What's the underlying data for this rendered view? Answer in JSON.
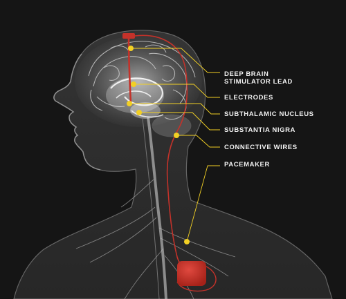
{
  "colors": {
    "background": "#151515",
    "accent_red": "#c4322a",
    "leader_yellow": "#f2d024",
    "anatomy": "#cfcfcf"
  },
  "labels": {
    "deep_brain_stimulator_lead": [
      "DEEP BRAIN",
      "STIMULATOR LEAD"
    ],
    "electrodes": "ELECTRODES",
    "subthalamic_nucleus": "SUBTHALAMIC NUCLEUS",
    "substantia_nigra": "SUBSTANTIA NIGRA",
    "connective_wires": "CONNECTIVE WIRES",
    "pacemaker": "PACEMAKER"
  }
}
